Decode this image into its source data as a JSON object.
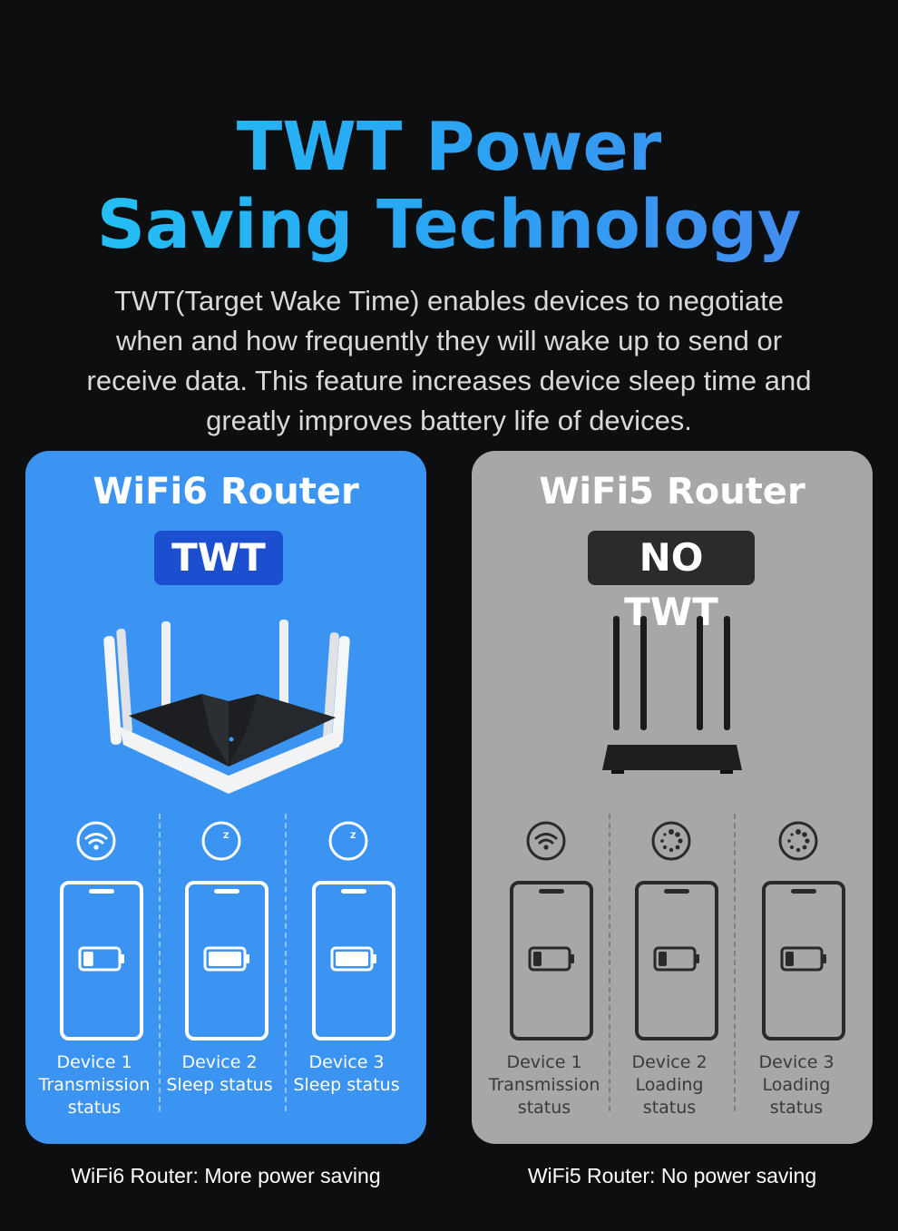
{
  "header": {
    "title_line1": "TWT Power",
    "title_line2": "Saving Technology",
    "description": [
      "TWT(Target Wake Time) enables devices to negotiate",
      "when and how frequently they will wake up to send or",
      "receive data. This feature increases device sleep time and",
      "greatly improves battery life of devices."
    ]
  },
  "colors": {
    "wifi6_panel": "#3b93f2",
    "wifi5_panel": "#a7a7a7",
    "twt_badge": "#1b4fd0",
    "no_twt_badge": "#2b2b2b",
    "title_gradient_start": "#22c6f4",
    "title_gradient_end": "#4a86ee"
  },
  "wifi6": {
    "title": "WiFi6 Router",
    "badge": "TWT",
    "caption": "WiFi6 Router: More power saving",
    "devices": [
      {
        "icon": "wifi-icon",
        "battery_level": 0.3,
        "label": [
          "Device 1",
          "Transmission",
          "status"
        ]
      },
      {
        "icon": "sleep-moon-icon",
        "battery_level": 1.0,
        "label": [
          "Device 2",
          "Sleep status"
        ]
      },
      {
        "icon": "sleep-moon-icon",
        "battery_level": 1.0,
        "label": [
          "Device 3",
          "Sleep status"
        ]
      }
    ]
  },
  "wifi5": {
    "title": "WiFi5 Router",
    "badge": "NO TWT",
    "caption": "WiFi5 Router: No power saving",
    "devices": [
      {
        "icon": "wifi-icon",
        "battery_level": 0.25,
        "label": [
          "Device 1",
          "Transmission",
          "status"
        ]
      },
      {
        "icon": "loading-spinner-icon",
        "battery_level": 0.25,
        "label": [
          "Device 2",
          "Loading",
          "status"
        ]
      },
      {
        "icon": "loading-spinner-icon",
        "battery_level": 0.25,
        "label": [
          "Device 3",
          "Loading",
          "status"
        ]
      }
    ]
  }
}
